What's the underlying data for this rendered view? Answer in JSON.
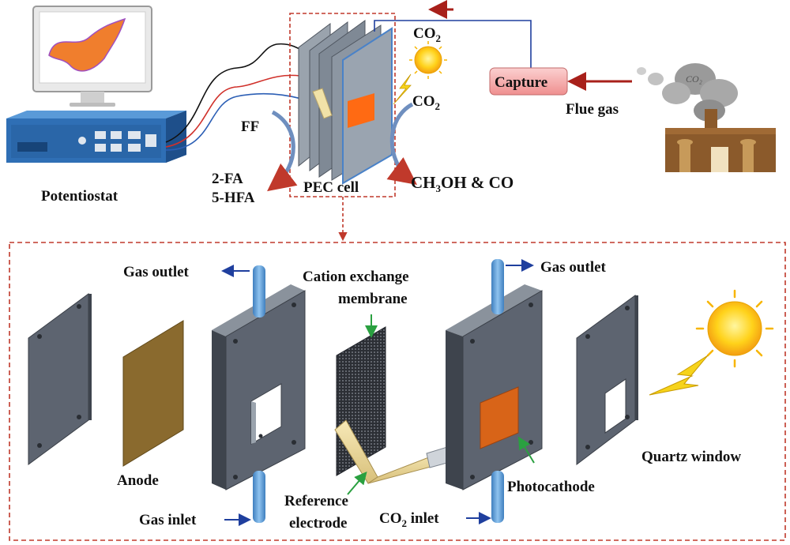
{
  "top": {
    "potentiostat_label": "Potentiostat",
    "pec_cell_label": "PEC cell",
    "ff_label": "FF",
    "product_2fa": "2-FA",
    "product_5hfa": "5-HFA",
    "co2_top_main": "CO",
    "co2_top_sub": "2",
    "co2_mid_main": "CO",
    "co2_mid_sub": "2",
    "products_prefix": "CH",
    "products_sub": "3",
    "products_suffix": "OH & CO",
    "capture_label": "Capture",
    "flue_gas_label": "Flue gas",
    "factory_smoke_text": "CO₂"
  },
  "bottom": {
    "gas_outlet_left": "Gas outlet",
    "gas_outlet_right": "Gas outlet",
    "membrane_line1": "Cation exchange",
    "membrane_line2": "membrane",
    "anode_label": "Anode",
    "gas_inlet_label": "Gas inlet",
    "reference_line1": "Reference",
    "reference_line2": "electrode",
    "co2_inlet_main": "CO",
    "co2_inlet_sub": "2",
    "co2_inlet_suffix": " inlet",
    "photocathode_label": "Photocathode",
    "quartz_label": "Quartz window"
  },
  "colors": {
    "dashed_border": "#c0392b",
    "plate_gray": "#5d6470",
    "plate_dark": "#3e444d",
    "anode": "#8a6a2e",
    "photocathode": "#d86418",
    "sun": "#f6c21b",
    "capture_box": "#f4a6a6",
    "arrow_red": "#a8201a",
    "arrow_blue": "#1f3f9e",
    "tube_blue": "#5b9bd5"
  }
}
